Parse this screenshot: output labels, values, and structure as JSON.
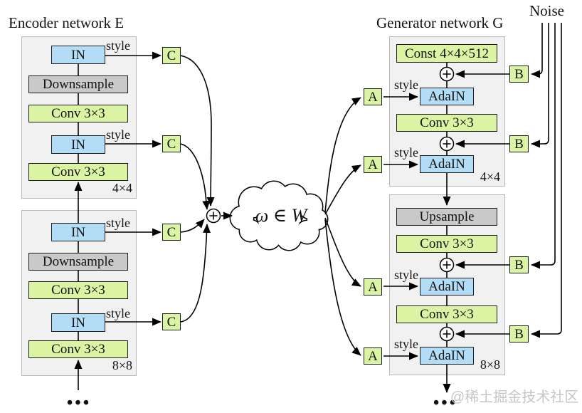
{
  "colors": {
    "box_green": "#dbf4a3",
    "box_blue": "#b3ddf6",
    "box_gray": "#c9c9c9",
    "container_bg": "#f1f1f1",
    "container_border": "#b9b9b9",
    "line": "#000000",
    "watermark": "#c6c6c6"
  },
  "encoder": {
    "title": "Encoder network E",
    "style_label": "style",
    "c_label": "C",
    "ellipsis": "•••",
    "blocks": [
      {
        "resolution": "4×4",
        "layers": [
          "IN",
          "Downsample",
          "Conv 3×3",
          "IN",
          "Conv 3×3"
        ]
      },
      {
        "resolution": "8×8",
        "layers": [
          "IN",
          "Downsample",
          "Conv 3×3",
          "IN",
          "Conv 3×3"
        ]
      }
    ]
  },
  "latent": {
    "text": "ω ∈ W"
  },
  "generator": {
    "title": "Generator network G",
    "noise_label": "Noise",
    "style_label": "style",
    "a_label": "A",
    "b_label": "B",
    "ellipsis": "•••",
    "blocks": [
      {
        "resolution": "4×4",
        "layers": [
          "Const 4×4×512",
          "AdaIN",
          "Conv 3×3",
          "AdaIN"
        ]
      },
      {
        "resolution": "8×8",
        "layers": [
          "Upsample",
          "Conv 3×3",
          "AdaIN",
          "Conv 3×3",
          "AdaIN"
        ]
      }
    ]
  },
  "watermark": "@稀土掘金技术社区"
}
